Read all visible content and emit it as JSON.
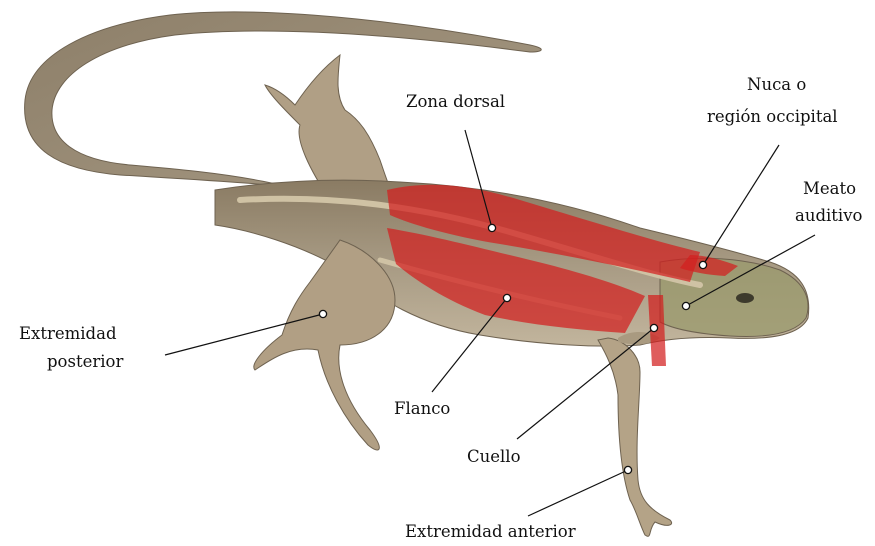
{
  "labels": {
    "zona_dorsal": "Zona dorsal",
    "nuca_line1": "Nuca o",
    "nuca_line2": "región occipital",
    "meato_line1": "Meato",
    "meato_line2": "auditivo",
    "ext_post_line1": "Extremidad",
    "ext_post_line2": "posterior",
    "flanco": "Flanco",
    "cuello": "Cuello",
    "ext_anterior": "Extremidad anterior"
  },
  "colors": {
    "highlight": "#d21f1f",
    "body": "#a89a83",
    "body_dark": "#7c6e58",
    "head_green": "#8b9060",
    "stripe": "#c9bb9c"
  }
}
